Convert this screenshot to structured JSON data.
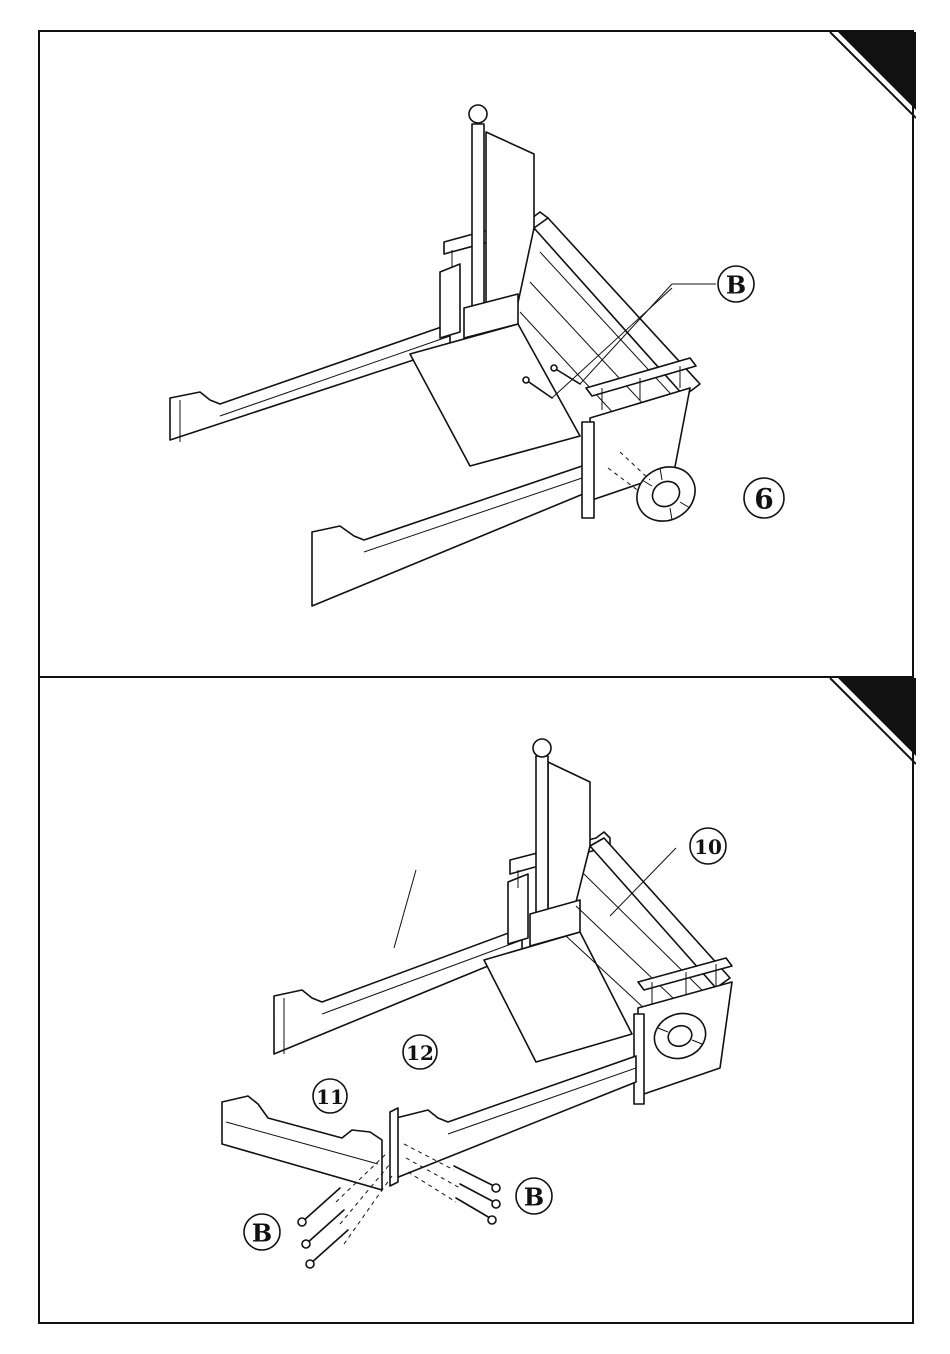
{
  "steps": [
    {
      "step_label": "6",
      "callouts": [
        {
          "label": "B"
        }
      ]
    },
    {
      "callouts": [
        {
          "label": "10"
        },
        {
          "label": "11"
        },
        {
          "label": "12"
        },
        {
          "label": "B"
        },
        {
          "label": "B"
        }
      ]
    }
  ],
  "colors": {
    "line": "#111111",
    "corner_tab": "#111111",
    "background": "#ffffff"
  }
}
